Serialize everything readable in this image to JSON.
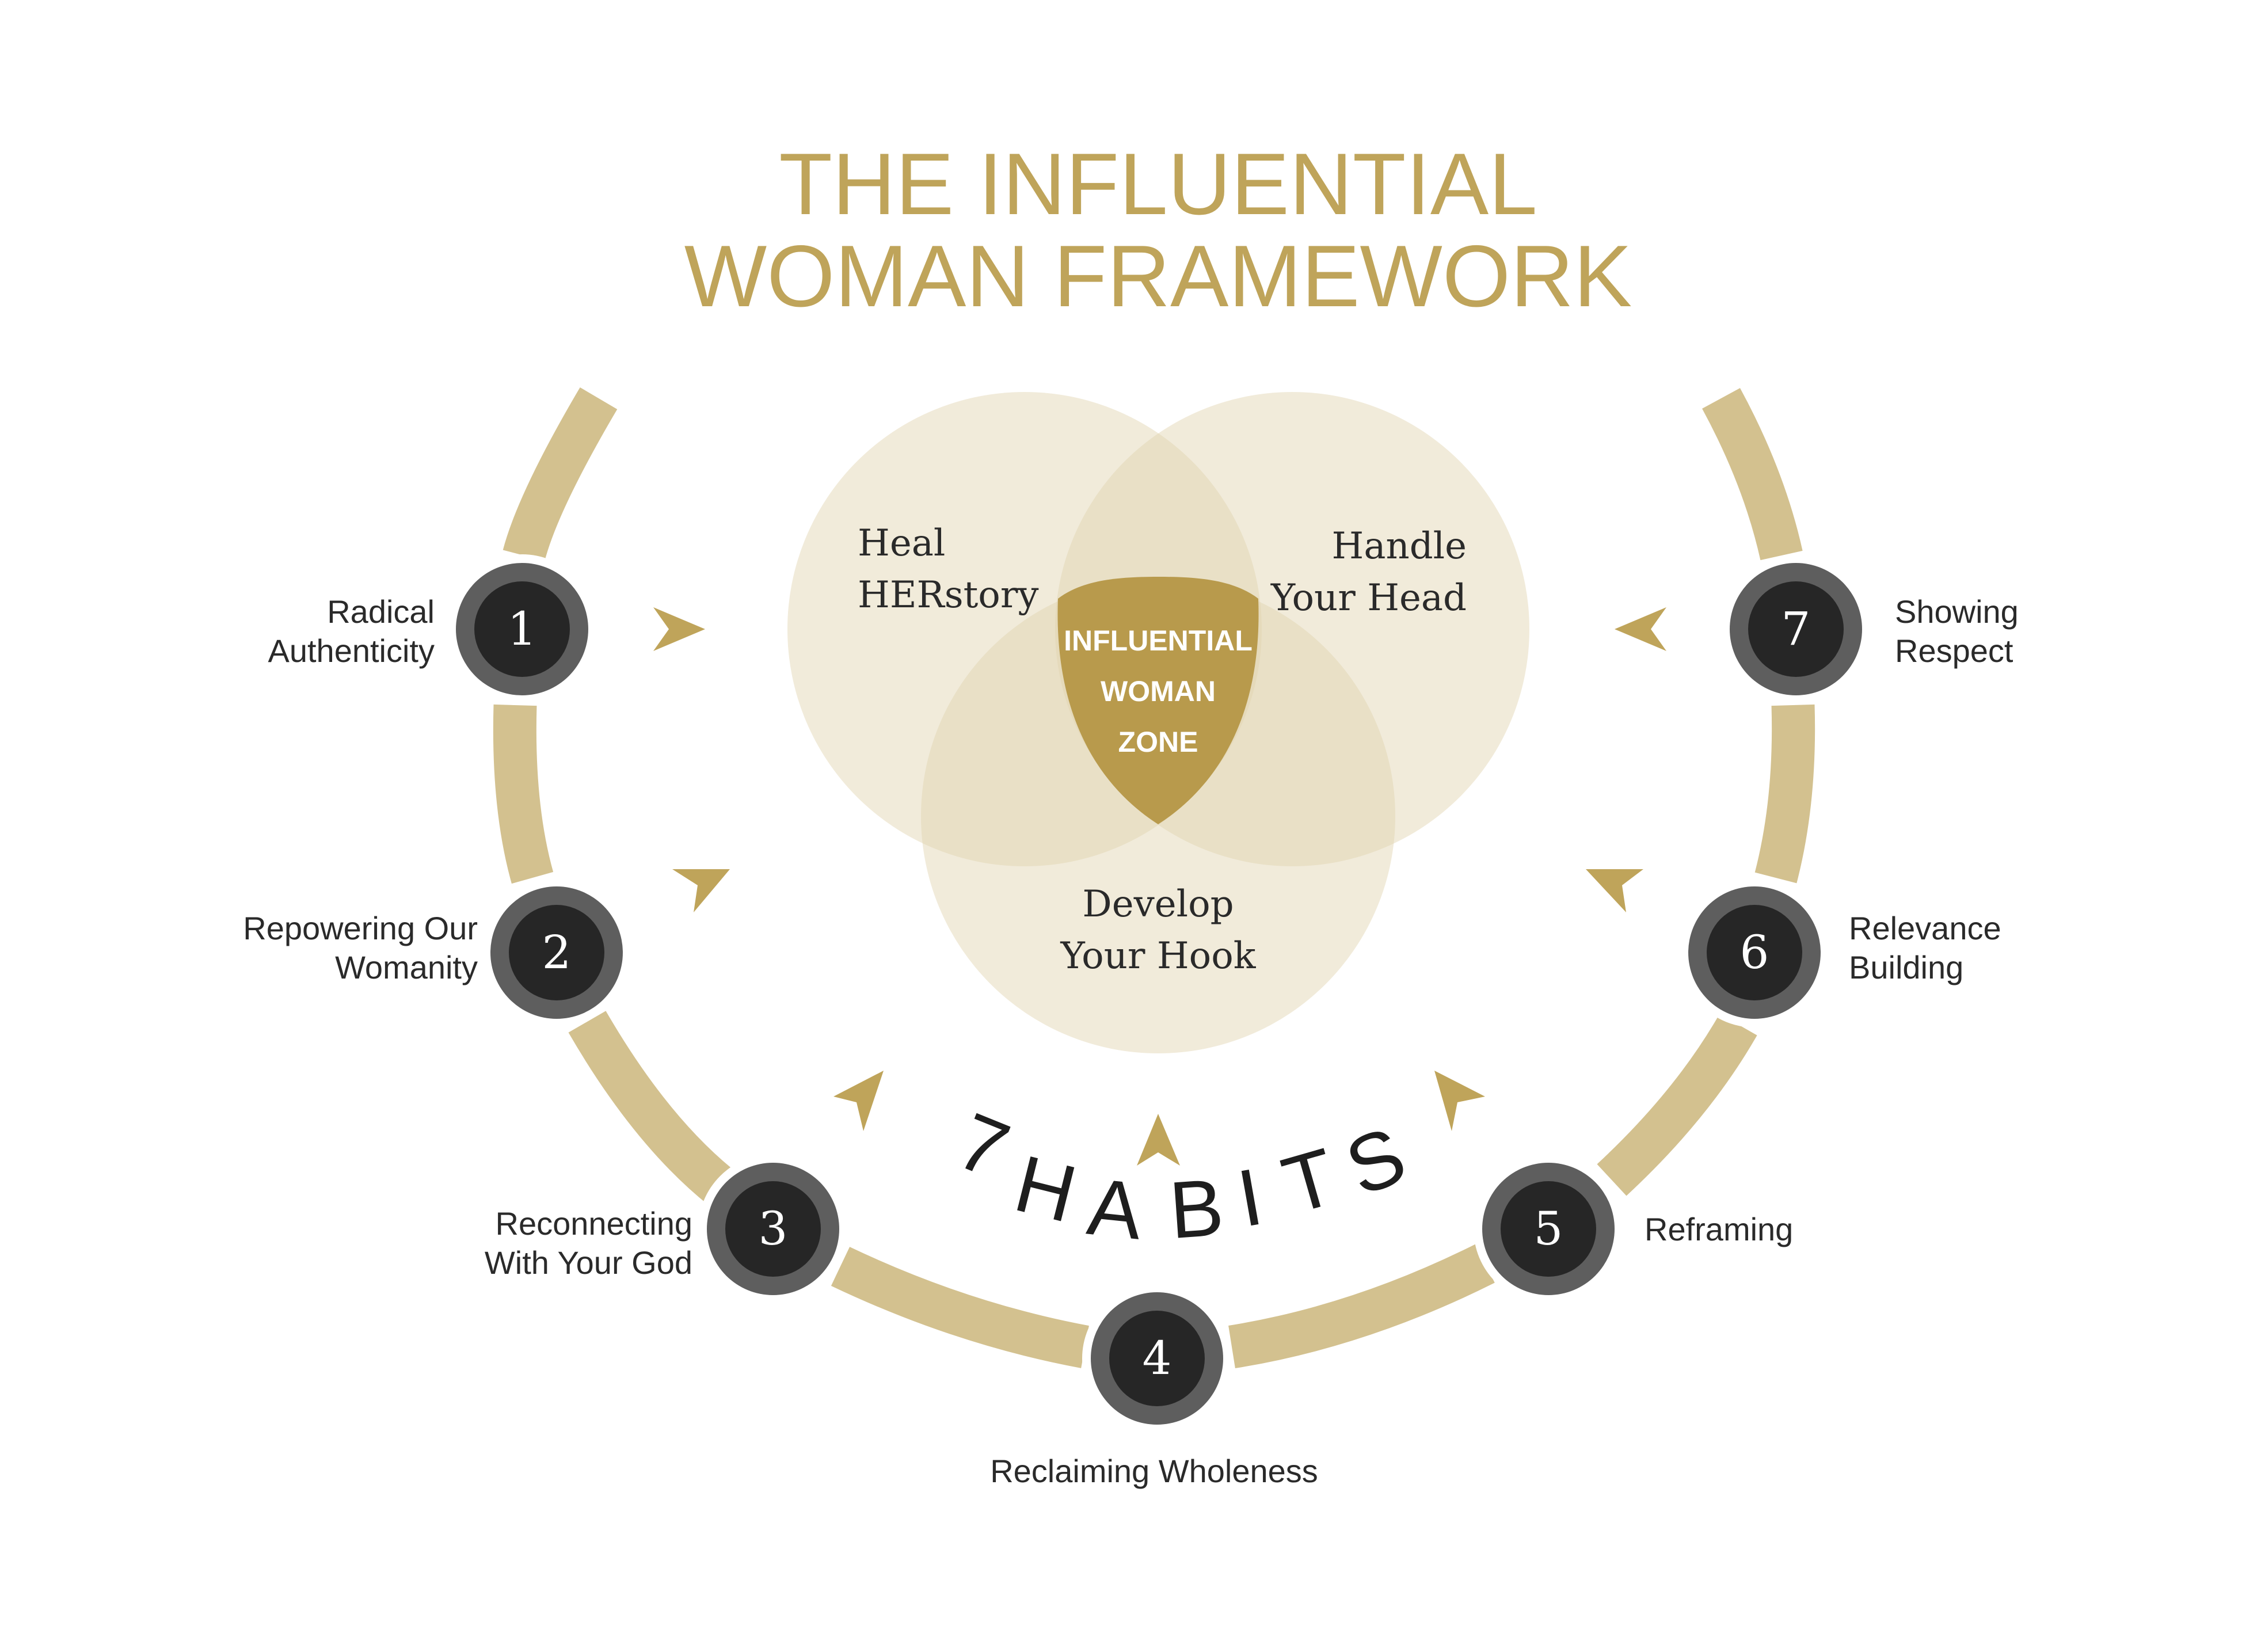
{
  "title": {
    "line1": "THE INFLUENTIAL",
    "line2": "WOMAN FRAMEWORK"
  },
  "venn": {
    "top_left": {
      "line1": "Heal",
      "line2": "HERstory"
    },
    "top_right": {
      "line1": "Handle",
      "line2": "Your Head"
    },
    "bottom": {
      "line1": "Develop",
      "line2": "Your Hook"
    },
    "center": {
      "line1": "INFLUENTIAL",
      "line2": "WOMAN",
      "line3": "ZONE"
    }
  },
  "habits_label": {
    "number": "7",
    "letters": [
      "H",
      "A",
      "B",
      "I",
      "T",
      "S"
    ]
  },
  "habits": [
    {
      "number": "1",
      "line1": "Radical",
      "line2": "Authenticity"
    },
    {
      "number": "2",
      "line1": "Repowering Our",
      "line2": "Womanity"
    },
    {
      "number": "3",
      "line1": "Reconnecting",
      "line2": "With Your God"
    },
    {
      "number": "4",
      "line1": "Reclaiming Wholeness",
      "line2": ""
    },
    {
      "number": "5",
      "line1": "Reframing",
      "line2": ""
    },
    {
      "number": "6",
      "line1": "Relevance",
      "line2": "Building"
    },
    {
      "number": "7",
      "line1": "Showing",
      "line2": "Respect"
    }
  ],
  "colors": {
    "gold": "#BFA45A",
    "gold_dark": "#B89A4C",
    "arc": "#D3C18F",
    "venn_fill": "#EAE1C8",
    "node_ring": "#5E5E5E",
    "node_core": "#262626",
    "text_dark": "#2A2A2A",
    "white": "#FFFFFF"
  }
}
